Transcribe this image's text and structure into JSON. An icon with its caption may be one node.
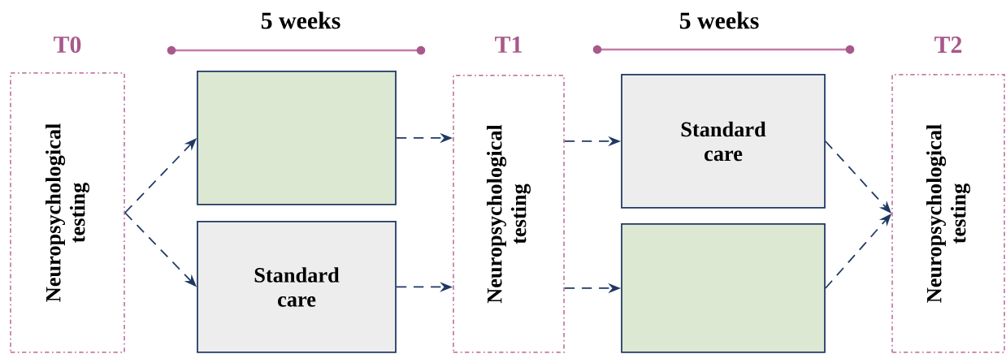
{
  "diagram": {
    "nodes": [
      {
        "text": [
          "T0",
          "Neuropsychological testing"
        ]
      },
      {
        "text": [],
        "shape": "box"
      },
      {
        "text": [
          "Standard care"
        ]
      },
      {
        "text": [
          "T1",
          "Neuropsychological testing"
        ]
      },
      {
        "text": [
          "Standard care"
        ]
      },
      {
        "text": [],
        "shape": "box"
      },
      {
        "text": [
          "T2",
          "Neuropsychological testing"
        ]
      }
    ],
    "edges": [
      {
        "from": 0,
        "to": 1,
        "arrow": "to",
        "style": "dashed"
      },
      {
        "from": 0,
        "to": 2,
        "arrow": "to",
        "style": "dashed"
      },
      {
        "from": 1,
        "to": 3,
        "arrow": "to",
        "style": "dashed"
      },
      {
        "from": 2,
        "to": 3,
        "arrow": "to",
        "style": "dashed"
      },
      {
        "from": 3,
        "to": 4,
        "arrow": "to",
        "style": "dashed"
      },
      {
        "from": 3,
        "to": 5,
        "arrow": "to",
        "style": "dashed"
      },
      {
        "from": 4,
        "to": 6,
        "arrow": "to",
        "style": "dashed"
      },
      {
        "from": 5,
        "to": 6,
        "arrow": "to",
        "style": "dashed"
      }
    ],
    "labels": [
      "5 weeks",
      "5 weeks"
    ]
  }
}
